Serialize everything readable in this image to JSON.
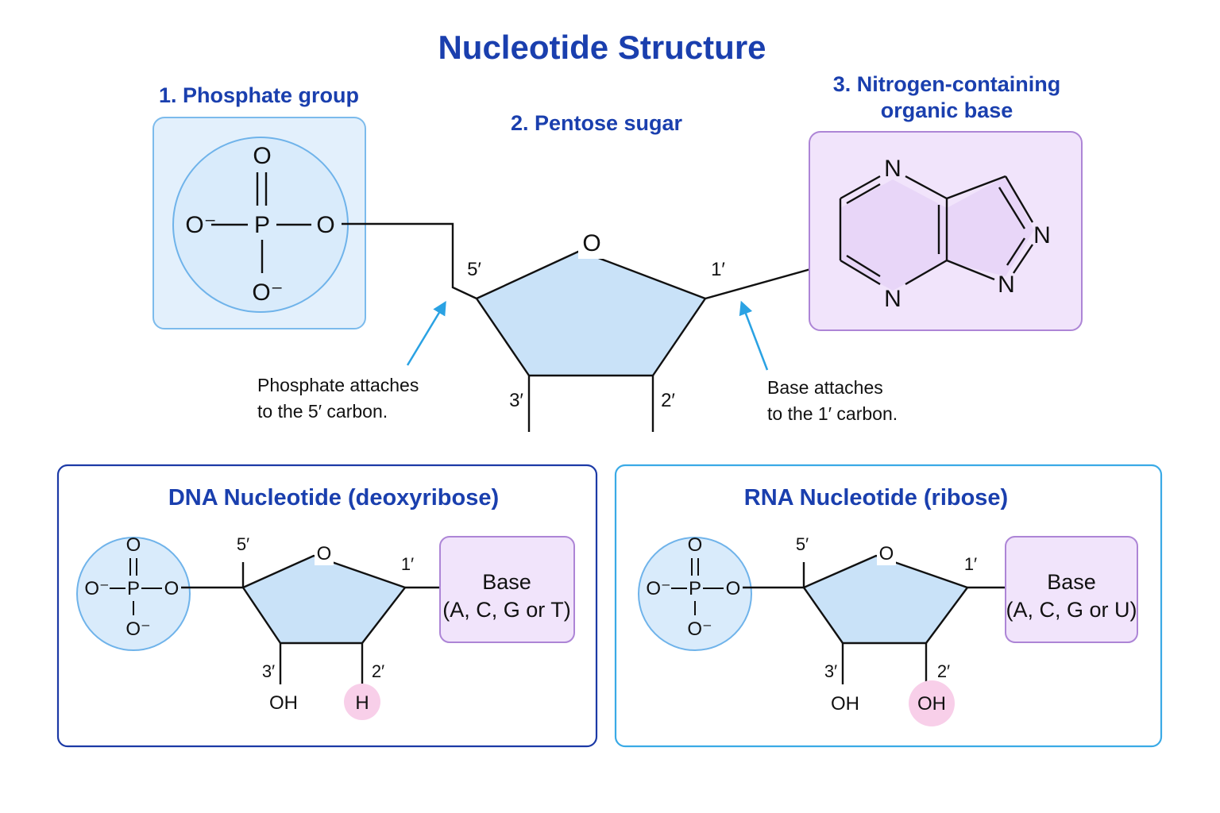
{
  "title": "Nucleotide Structure",
  "colors": {
    "heading": "#1a3fae",
    "phosphate_fill": "#ddeefc",
    "phosphate_stroke": "#6fb3ea",
    "sugar_fill": "#c9e2f8",
    "base_fill": "#f1e4fb",
    "base_stroke": "#ad85d6",
    "arrow": "#2aa2e3",
    "dna_panel": "#1c3aa6",
    "rna_panel": "#3aaae6",
    "highlight": "#f8cfe9"
  },
  "components": {
    "phosphate": {
      "label": "1. Phosphate group"
    },
    "sugar": {
      "label": "2. Pentose sugar"
    },
    "base": {
      "label_line1": "3. Nitrogen-containing",
      "label_line2": "organic base"
    }
  },
  "atoms": {
    "oxygen": "O",
    "phosphorus": "P",
    "oxide": "O⁻",
    "oxide_compact": "O⁻",
    "nitrogen": "N",
    "hydroxyl": "OH",
    "hydrogen": "H"
  },
  "carbons": {
    "c1": "1′",
    "c2": "2′",
    "c3": "3′",
    "c5": "5′"
  },
  "notes": {
    "phosphate_line1": "Phosphate attaches",
    "phosphate_line2": "to the 5′ carbon.",
    "base_line1": "Base attaches",
    "base_line2": "to the 1′ carbon."
  },
  "dna": {
    "title": "DNA Nucleotide (deoxyribose)",
    "base_line1": "Base",
    "base_line2": "(A, C, G or T)",
    "c2_group": "H",
    "c3_group": "OH"
  },
  "rna": {
    "title": "RNA Nucleotide (ribose)",
    "base_line1": "Base",
    "base_line2": "(A, C, G or U)",
    "c2_group": "OH",
    "c3_group": "OH"
  }
}
